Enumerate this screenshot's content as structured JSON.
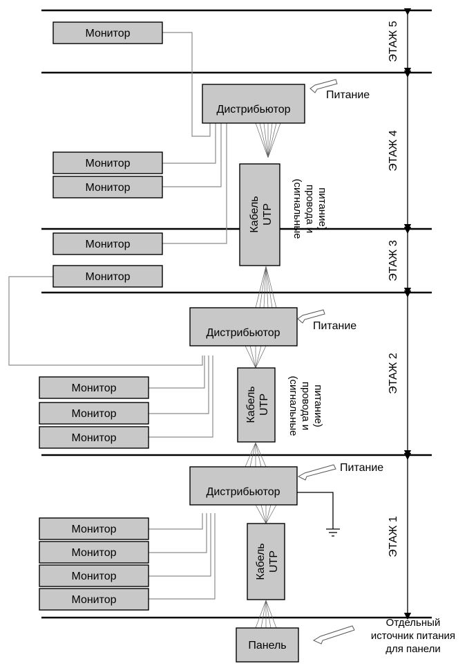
{
  "floors": [
    "ЭТАЖ 5",
    "ЭТАЖ 4",
    "ЭТАЖ 3",
    "ЭТАЖ 2",
    "ЭТАЖ 1"
  ],
  "monitor_label": "Монитор",
  "distributor_label": "Дистрибьютор",
  "cable_label_line1": "Кабель",
  "cable_label_line2": "UTP",
  "cable_note_line1": "(сигнальные",
  "cable_note_line2": "провода и",
  "cable_note_line3": "питание)",
  "power_label": "Питание",
  "panel_label": "Панель",
  "panel_power_line1": "Отдельный",
  "panel_power_line2": "источник питания",
  "panel_power_line3": "для панели",
  "colors": {
    "box_fill": "#c8c8c8",
    "line": "#000000",
    "wire": "#8a8a8a"
  }
}
